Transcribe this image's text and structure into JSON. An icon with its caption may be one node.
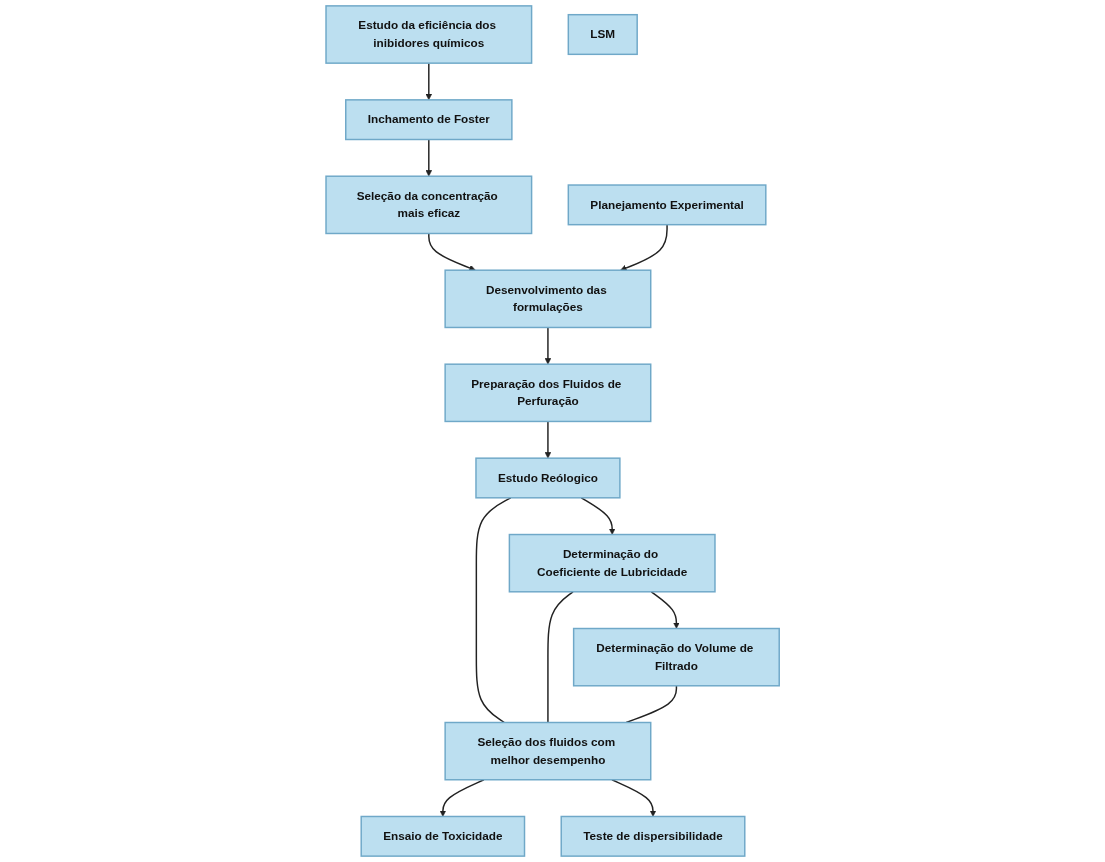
{
  "diagram": {
    "nodes": [
      {
        "text": [
          "Inchamento de Foster"
        ]
      },
      {
        "text": [
          "Estudo da eficiência dos inibidores químicos"
        ]
      },
      {
        "text": [
          "Seleção da concentração mais eficaz"
        ]
      },
      {
        "text": [
          "Desenvolvimento das formulações"
        ]
      },
      {
        "text": [
          "Planejamento Experimental"
        ]
      },
      {
        "text": [
          "Preparação dos Fluidos de Perfuração"
        ]
      },
      {
        "text": [
          "Estudo Reólogico"
        ]
      },
      {
        "text": [
          "Determinação do Coeficiente de Lubricidade"
        ]
      },
      {
        "text": [
          "Determinação do Volume de Filtrado"
        ]
      },
      {
        "text": [
          "Seleção dos fluidos com melhor desempenho"
        ]
      },
      {
        "text": [
          "Ensaio de Toxicidade"
        ]
      },
      {
        "text": [
          "LSM"
        ]
      },
      {
        "text": [
          "Teste de dispersibilidade"
        ]
      }
    ],
    "edges": [
      {
        "from": 1,
        "to": 0,
        "arrow": "to"
      },
      {
        "from": 0,
        "to": 2,
        "arrow": "to"
      },
      {
        "from": 2,
        "to": 3,
        "arrow": "to"
      },
      {
        "from": 4,
        "to": 3,
        "arrow": "to"
      },
      {
        "from": 3,
        "to": 5,
        "arrow": "to"
      },
      {
        "from": 5,
        "to": 6,
        "arrow": "to"
      },
      {
        "from": 6,
        "to": 7,
        "arrow": "to"
      },
      {
        "from": 7,
        "to": 8,
        "arrow": "to"
      },
      {
        "from": 6,
        "to": 9,
        "arrow": "none"
      },
      {
        "from": 7,
        "to": 9,
        "arrow": "none"
      },
      {
        "from": 8,
        "to": 9,
        "arrow": "none"
      },
      {
        "from": 9,
        "to": 10,
        "arrow": "to"
      },
      {
        "from": 9,
        "to": 12,
        "arrow": "to"
      }
    ]
  }
}
